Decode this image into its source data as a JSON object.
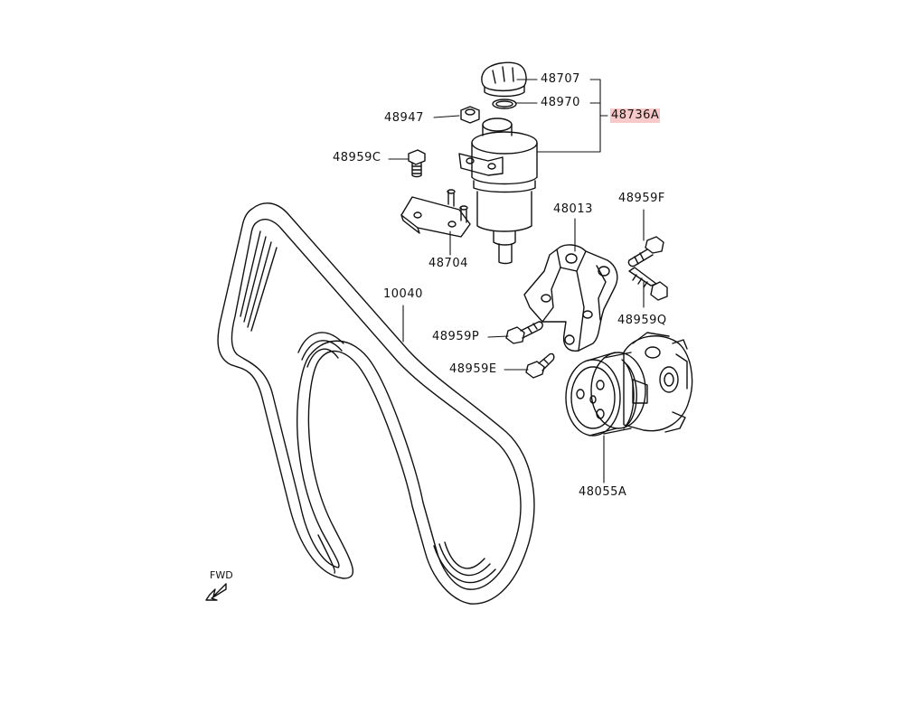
{
  "parts": {
    "p48707": "48707",
    "p48970": "48970",
    "p48736a": "48736A",
    "p48947": "48947",
    "p48959c": "48959C",
    "p48704": "48704",
    "p48013": "48013",
    "p48959f": "48959F",
    "p48959q": "48959Q",
    "p48959p": "48959P",
    "p48959e": "48959E",
    "p48055a": "48055A",
    "p10040": "10040"
  },
  "direction_label": "FWD",
  "colors": {
    "highlight": "#f7c9c9",
    "line": "#111111"
  }
}
